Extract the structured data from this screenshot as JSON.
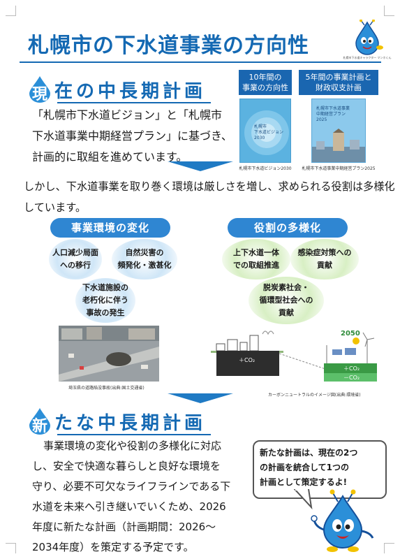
{
  "title": "札幌市の下水道事業の方向性",
  "mascot_caption": "札幌市下水道キャラクター マンホくん",
  "section1": {
    "icon_char": "現",
    "heading": "在の中長期計画",
    "body_lines": [
      "「札幌市下水道ビジョン」と「札幌市",
      "下水道事業中期経営プラン」に基づき、",
      "計画的に取組を進めています。"
    ]
  },
  "books": [
    {
      "header_lines": [
        "10年間の",
        "事業の方向性"
      ],
      "cover_lines": [
        "札幌市",
        "下水道ビジョン",
        "2030"
      ],
      "caption": "札幌市下水道ビジョン2030"
    },
    {
      "header_lines": [
        "5年間の事業計画と",
        "財政収支計画"
      ],
      "cover_lines": [
        "札幌市下水道事業",
        "中期経営プラン",
        "2025"
      ],
      "caption": "札幌市下水道事業中期経営プラン2025"
    }
  ],
  "transition_lines": [
    "しかし、下水道事業を取り巻く環境は厳しさを増し、求められる役割は多様化",
    "しています。"
  ],
  "change": {
    "label": "事業環境の変化",
    "items": [
      [
        "人口減少局面",
        "への移行"
      ],
      [
        "自然災害の",
        "頻発化・激甚化"
      ],
      [
        "下水道施設の",
        "老朽化に伴う",
        "事故の発生"
      ]
    ],
    "photo_caption": "埼玉県の道路陥没事故(出典:国土交通省)"
  },
  "roles": {
    "label": "役割の多様化",
    "items": [
      [
        "上下水道一体",
        "での取組推進"
      ],
      [
        "感染症対策への",
        "貢献"
      ],
      [
        "脱炭素社会・",
        "循環型社会への",
        "貢献"
      ]
    ],
    "figure": {
      "year": "2050",
      "plus_co2": "＋CO₂",
      "minus_co2": "－CO₂"
    },
    "figure_caption": "カーボンニュートラルのイメージ図(出典:環境省)"
  },
  "section2": {
    "icon_char": "新",
    "heading": "たな中長期計画",
    "body_lines": [
      "事業環境の変化や役割の多様化に対応",
      "し、安全で快適な暮らしと良好な環境を",
      "守り、必要不可欠なライフラインである下",
      "水道を未来へ引き継いでいくため、2026",
      "年度に新たな計画（計画期間：2026～",
      "2034年度）を策定する予定です。"
    ]
  },
  "bubble_lines": [
    "新たな計画は、現在の2つ",
    "の計画を統合して1つの",
    "計画として策定するよ!"
  ],
  "colors": {
    "primary": "#1469b3",
    "blue_light": "#cfe6f7",
    "green_light": "#d8efc4",
    "green": "#2e8b3a"
  }
}
